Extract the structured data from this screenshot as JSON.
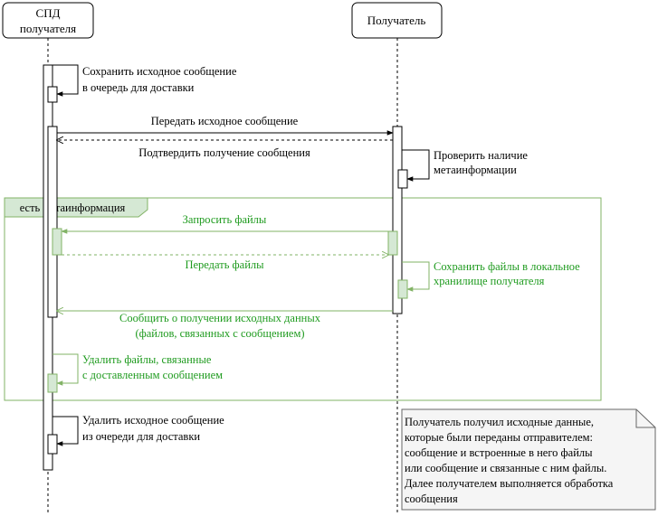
{
  "participants": {
    "sender_line1": "СПД",
    "sender_line2": "получателя",
    "receiver": "Получатель"
  },
  "steps": {
    "save_line1": "Сохранить исходное сообщение",
    "save_line2": "в очередь для доставки",
    "send_original": "Передать исходное сообщение",
    "confirm_receipt": "Подтвердить получение сообщения",
    "check_line1": "Проверить наличие",
    "check_line2": "метаинформации"
  },
  "fragment": {
    "guard": "есть метаинформация",
    "request_files": "Запросить файлы",
    "send_files": "Передать файлы",
    "store_line1": "Сохранить файлы в локальное",
    "store_line2": "хранилище получателя",
    "notify_line1": "Сообщить о получении исходных данных",
    "notify_line2": "(файлов, связанных с сообщением)",
    "delete_files_line1": "Удалить файлы, связанные",
    "delete_files_line2": "с доставленным сообщением"
  },
  "final": {
    "delete_line1": "Удалить исходное сообщение",
    "delete_line2": "из очереди для доставки"
  },
  "note": {
    "lines": [
      "Получатель получил исходные данные,",
      "которые были переданы отправителем:",
      "сообщение и встроенные в него файлы",
      "или сообщение и связанные с ним файлы.",
      "Далее получателем выполняется обработка",
      "сообщения"
    ]
  },
  "colors": {
    "green": "#1f9b1f",
    "green_fill": "#d5e8d4",
    "green_line": "#82b366",
    "note_fill": "#f5f5f5"
  }
}
